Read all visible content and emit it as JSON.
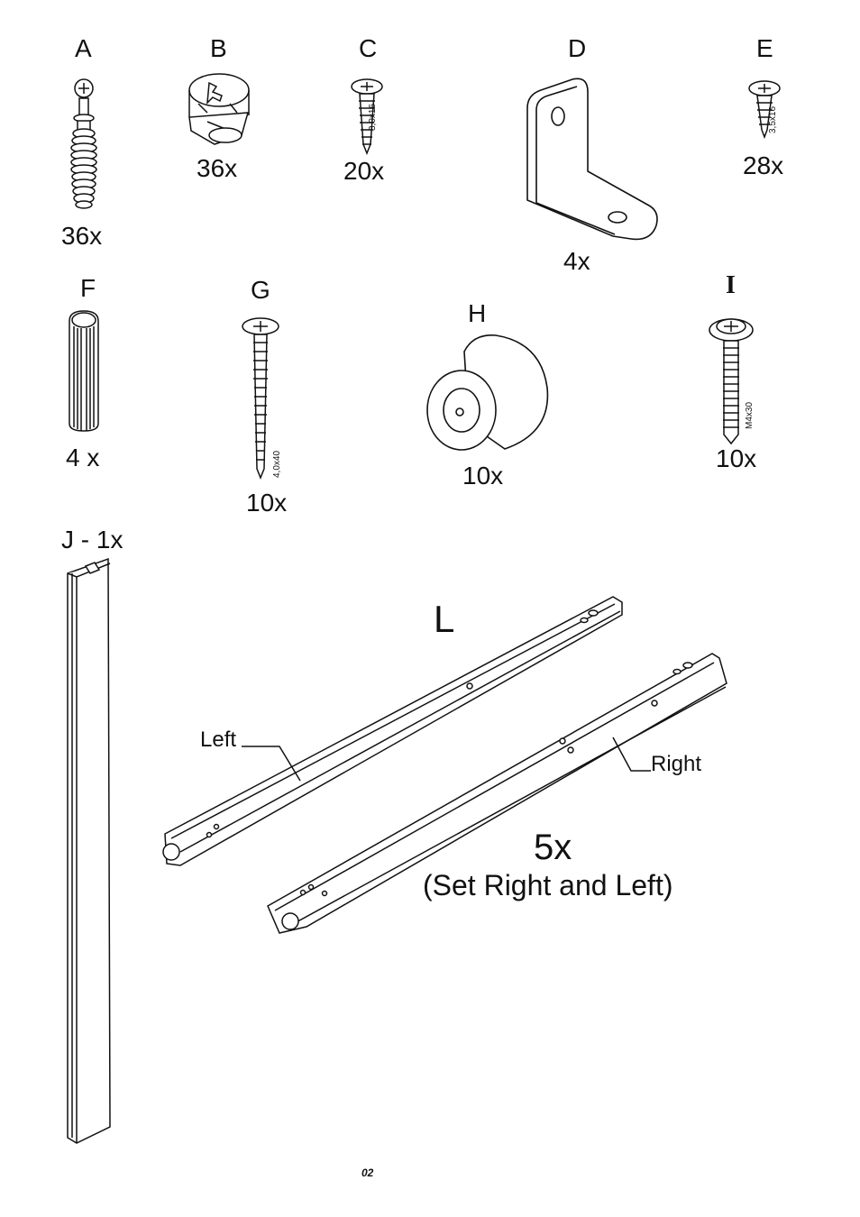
{
  "parts": {
    "A": {
      "label": "A",
      "qty": "36x"
    },
    "B": {
      "label": "B",
      "qty": "36x"
    },
    "C": {
      "label": "C",
      "qty": "20x",
      "size": "3,0x16"
    },
    "D": {
      "label": "D",
      "qty": "4x"
    },
    "E": {
      "label": "E",
      "qty": "28x",
      "size": "3,5x16"
    },
    "F": {
      "label": "F",
      "qty": "4 x"
    },
    "G": {
      "label": "G",
      "qty": "10x",
      "size": "4,0x40"
    },
    "H": {
      "label": "H",
      "qty": "10x"
    },
    "I": {
      "label": "I",
      "qty": "10x",
      "size": "M4x30"
    },
    "J": {
      "label": "J - 1x"
    },
    "L": {
      "label": "L",
      "left": "Left",
      "right": "Right",
      "qty": "5x",
      "note": "(Set Right and Left)"
    }
  },
  "page_number": "02"
}
